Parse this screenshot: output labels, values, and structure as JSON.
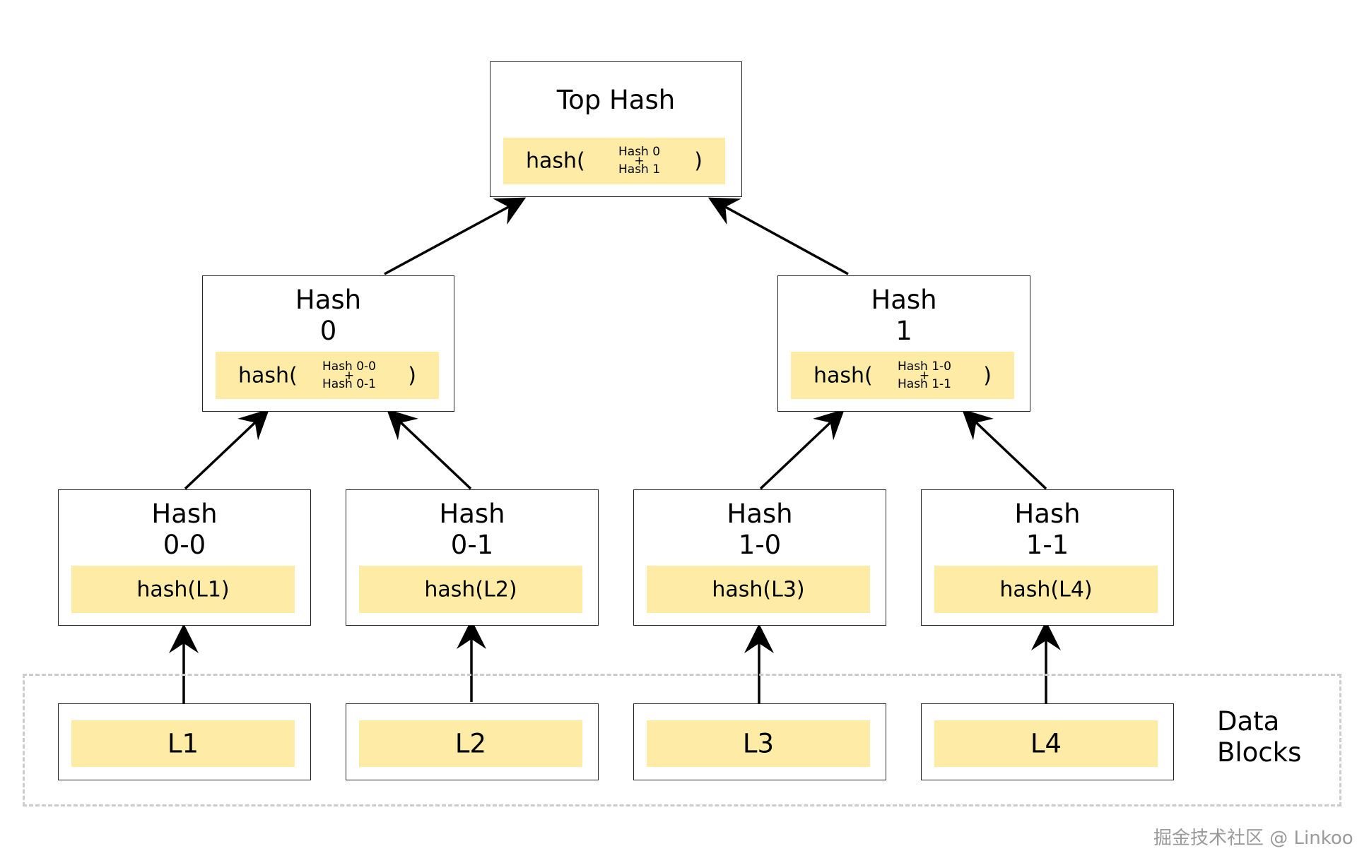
{
  "top": {
    "title": "Top Hash",
    "fn_open": "hash(",
    "input_a": "Hash 0",
    "plus": "+",
    "input_b": "Hash 1",
    "fn_close": ")"
  },
  "hash0": {
    "title": "Hash\n0",
    "fn_open": "hash(",
    "input_a": "Hash 0-0",
    "plus": "+",
    "input_b": "Hash 0-1",
    "fn_close": ")"
  },
  "hash1": {
    "title": "Hash\n1",
    "fn_open": "hash(",
    "input_a": "Hash 1-0",
    "plus": "+",
    "input_b": "Hash 1-1",
    "fn_close": ")"
  },
  "hash00": {
    "title": "Hash\n0-0",
    "label": "hash(L1)"
  },
  "hash01": {
    "title": "Hash\n0-1",
    "label": "hash(L2)"
  },
  "hash10": {
    "title": "Hash\n1-0",
    "label": "hash(L3)"
  },
  "hash11": {
    "title": "Hash\n1-1",
    "label": "hash(L4)"
  },
  "blocks": [
    "L1",
    "L2",
    "L3",
    "L4"
  ],
  "data_blocks_label": "Data\nBlocks",
  "watermark": "掘金技术社区 @ Linkoo",
  "colors": {
    "hash_fill": "#fdeba6",
    "border": "#222222",
    "arrow": "#000000",
    "dashed": "#cccccc"
  }
}
